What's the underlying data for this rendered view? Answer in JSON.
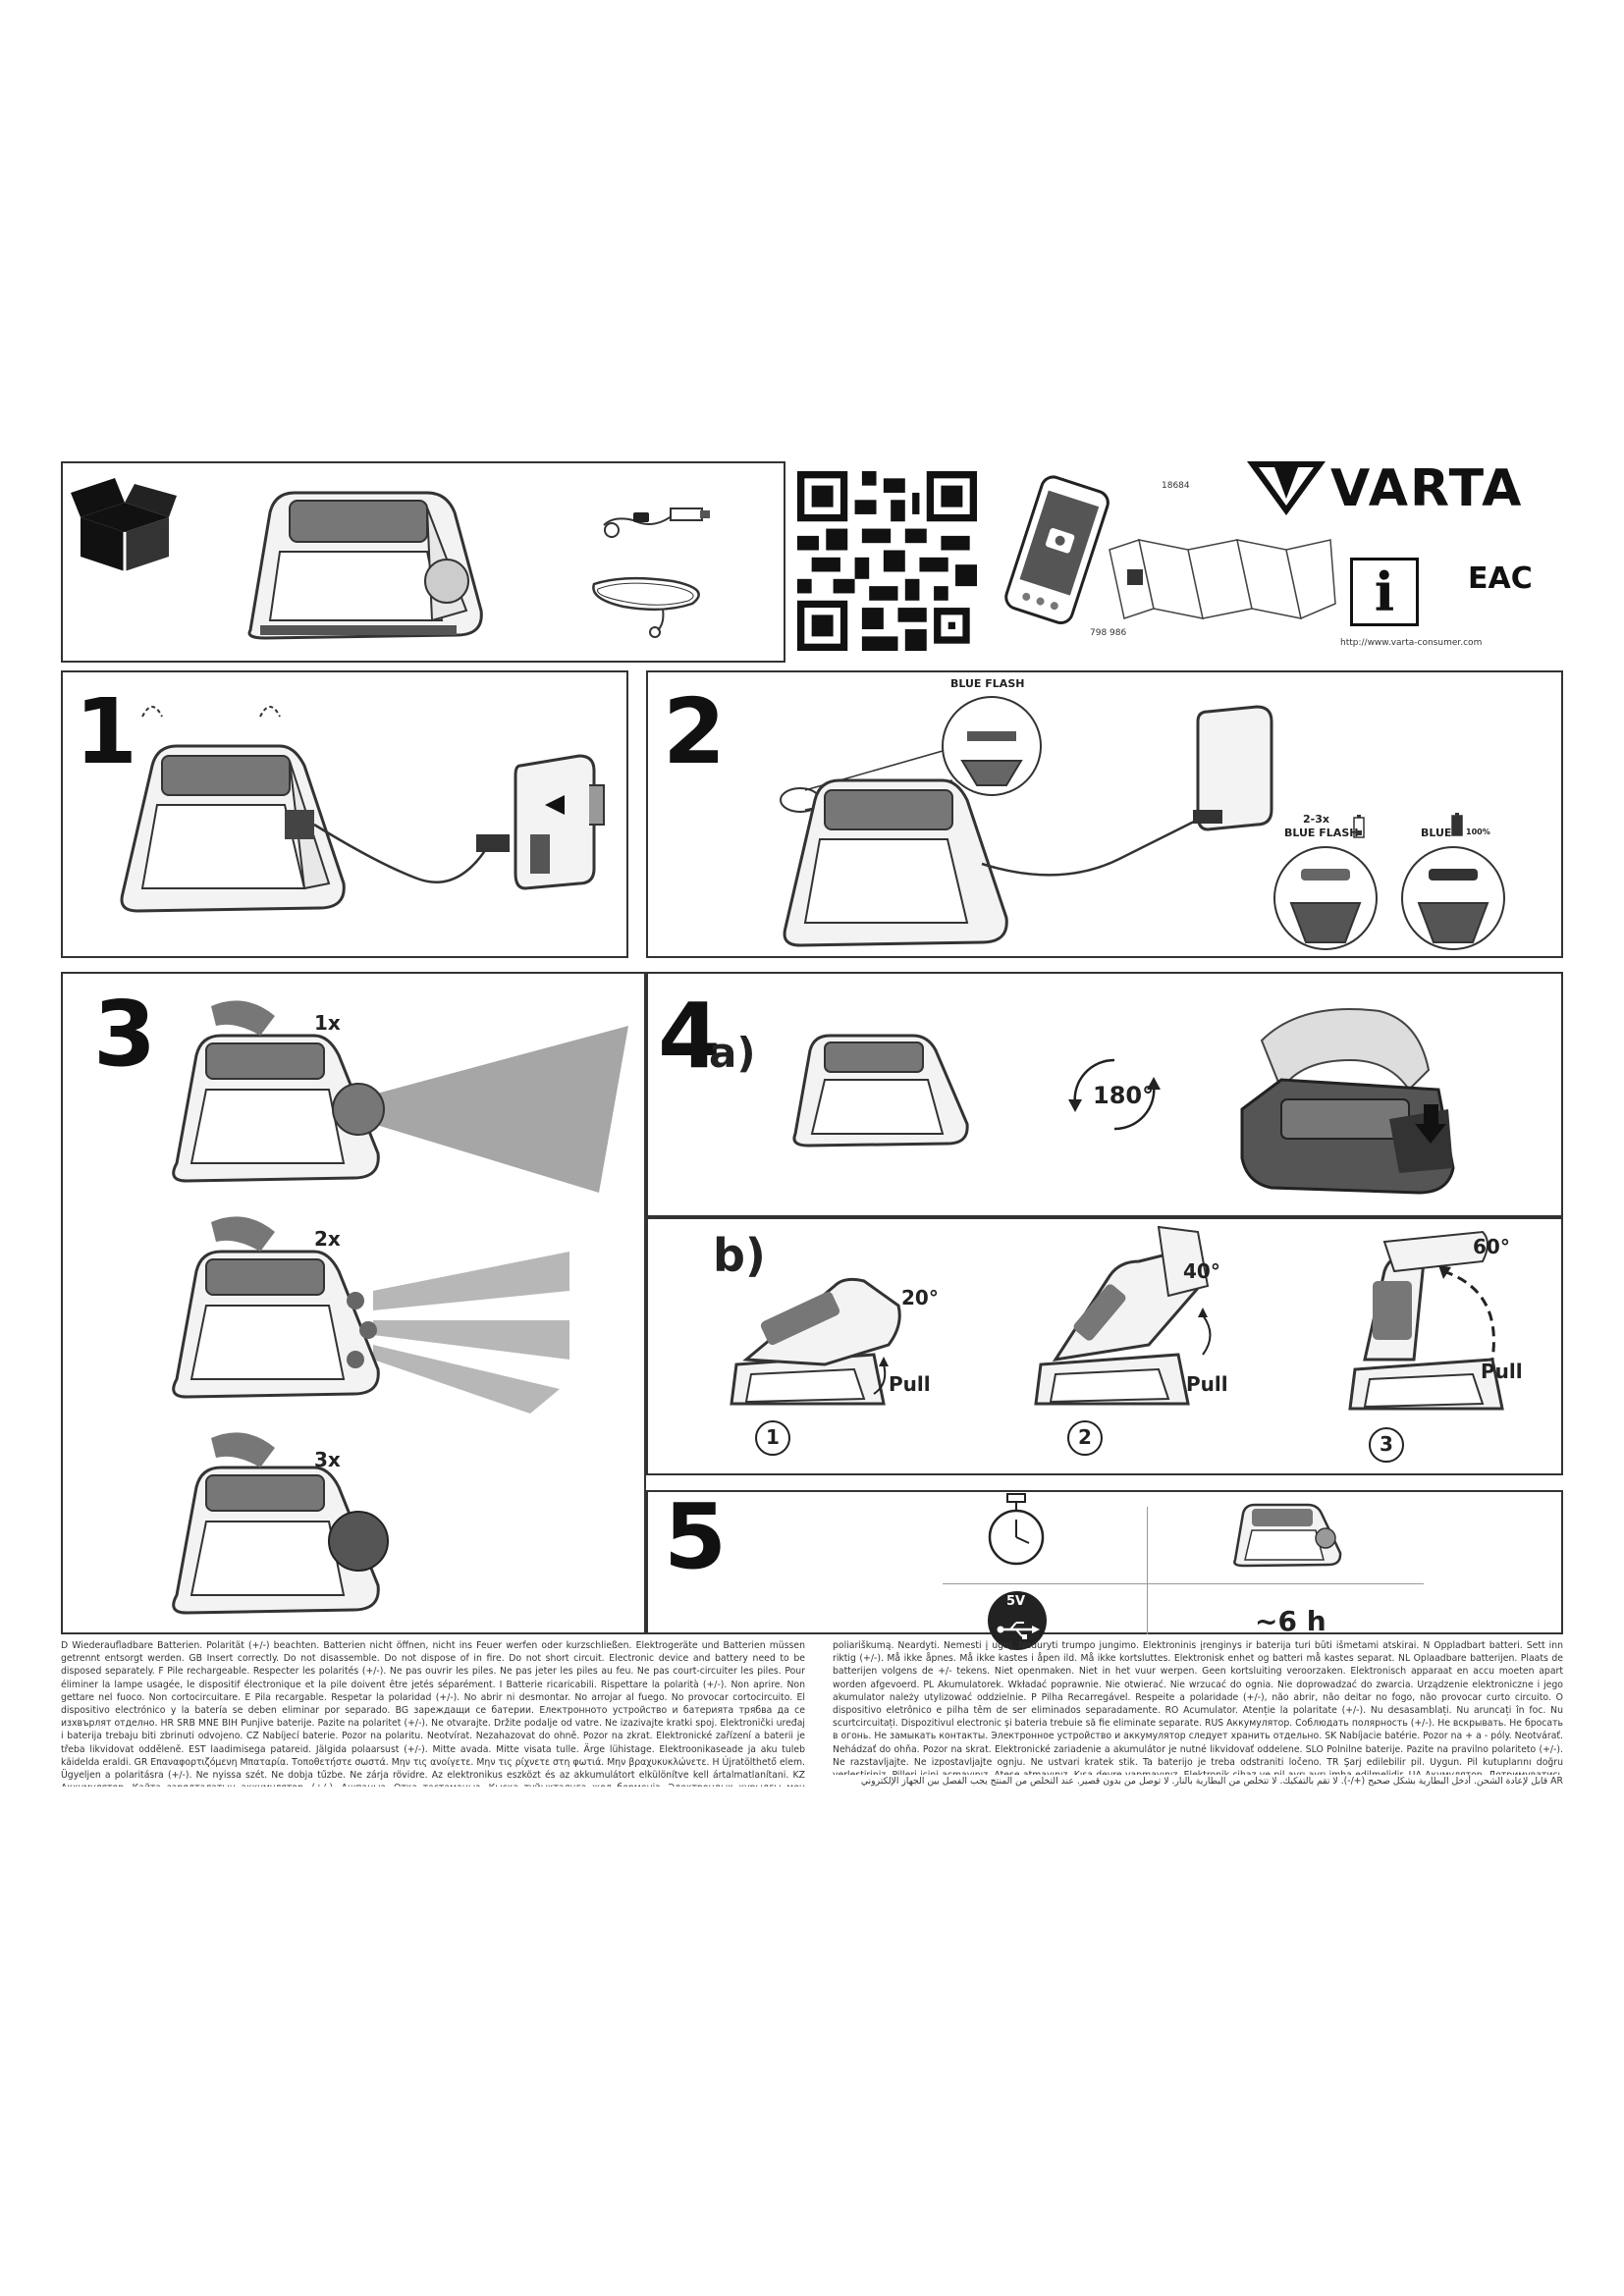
{
  "header": {
    "brand": "VARTA",
    "product_code_top": "18684",
    "product_code_bottom": "798 986",
    "info_glyph": "i",
    "eac_mark": "EAC",
    "url": "http://www.varta-consumer.com"
  },
  "steps": {
    "s1": {
      "number": "1"
    },
    "s2": {
      "number": "2",
      "top_label": "BLUE FLASH",
      "left_label_a": "2-3x",
      "left_label_b": "BLUE FLASH",
      "right_label_a": "BLUE",
      "right_label_b": "100%"
    },
    "s3": {
      "number": "3",
      "mode1": "1x",
      "mode2": "2x",
      "mode3": "3x"
    },
    "s4a": {
      "number": "4",
      "suffix": "a)",
      "rotate": "180°"
    },
    "s4b": {
      "label": "b)",
      "angle1": "20°",
      "angle2": "40°",
      "angle3": "60°",
      "pull": "Pull",
      "n1": "1",
      "n2": "2",
      "n3": "3"
    },
    "s5": {
      "number": "5",
      "usb_label": "5V",
      "runtime": "~6 h"
    }
  },
  "icons": [
    "box-icon",
    "usb-cable-icon",
    "lanyard-icon",
    "qr-code",
    "phone-icon",
    "info-icon",
    "eac-icon",
    "stopwatch-icon",
    "usb-5v-icon",
    "arrow-rotate-icon",
    "plug-socket-icon",
    "battery-icon"
  ],
  "footer": {
    "left_paragraph": "D Wiederaufladbare Batterien. Polarität (+/-) beachten. Batterien nicht öffnen, nicht ins Feuer werfen oder kurzschließen. Elektrogeräte und Batterien müssen getrennt entsorgt werden. GB Insert correctly. Do not disassemble. Do not dispose of in fire. Do not short circuit. Electronic device and battery need to be disposed separately. F Pile rechargeable. Respecter les polarités (+/-). Ne pas ouvrir les piles. Ne pas jeter les piles au feu. Ne pas court-circuiter les piles. Pour éliminer la lampe usagée, le dispositif électronique et la pile doivent être jetés séparément. I Batterie ricaricabili. Rispettare la polarità (+/-). Non aprire. Non gettare nel fuoco. Non cortocircuitare. E Pila recargable. Respetar la polaridad (+/-). No abrir ni desmontar. No arrojar al fuego. No provocar cortocircuito. El dispositivo electrónico y la batería se deben eliminar por separado. BG зареждащи се батерии. Електронното устройство и батерията трябва да се изхвърлят отделно. HR SRB MNE BIH Punjive baterije. Pazite na polaritet (+/-). Ne otvarajte. Držite podalje od vatre. Ne izazivajte kratki spoj. Elektronički uređaj i baterija trebaju biti zbrinuti odvojeno. CZ Nabíjecí baterie. Pozor na polaritu. Neotvírat. Nezahazovat do ohně. Pozor na zkrat. Elektronické zařízení a baterii je třeba likvidovat odděleně. EST laadimisega patareid. Jälgida polaarsust (+/-). Mitte avada. Mitte visata tulle. Ärge lühistage. Elektroonikaseade ja aku tuleb käidelda eraldi. GR Επαναφορτιζόμενη Μπαταρία. Τοποθετήστε σωστά. Μην τις ανοίγετε. Μην τις ρίχνετε στη φωτιά. Μην βραχυκυκλώνετε. H Újratölthető elem. Ügyeljen a polaritásra (+/-). Ne nyissa szét. Ne dobja tűzbe. Ne zárja rövidre. Az elektronikus eszközt és az akkumulátort elkülönítve kell ártalmatlanítani. KZ Аккумулятор. Қайта зарядталатын аккумулятор. (+/-). Ашпаңыз. Отқа тастамаңыз. Қысқа тұйықталуға жол бермеңіз. Электрондық құрылғы мен батарея бөлек кәдеге жаратылуы керек. LV Uzlādējama baterija. Ievietojiet pareizi (+/-). Neatvērt. Nemest ugunī. Nesavienot īsslēgumā. Elektroniskā ierīce un baterija ir jāutilizē atsevišķi. LT Pakraunami elementai. Atkreipkite",
    "right_paragraph": "poliariškumą. Neardyti. Nemesti į ugnį. Neduryti trumpo jungimo. Elektroninis įrenginys ir baterija turi būti išmetami atskirai. N Oppladbart batteri. Sett inn riktig (+/-). Må ikke åpnes. Må ikke kastes i åpen ild. Må ikke kortsluttes. Elektronisk enhet og batteri må kastes separat. NL Oplaadbare batterijen. Plaats de batterijen volgens de +/- tekens. Niet openmaken. Niet in het vuur werpen. Geen kortsluiting veroorzaken. Elektronisch apparaat en accu moeten apart worden afgevoerd. PL Akumulatorek. Wkładać poprawnie. Nie otwierać. Nie wrzucać do ognia. Nie doprowadzać do zwarcia. Urządzenie elektroniczne i jego akumulator należy utylizować oddzielnie. P Pilha Recarregável. Respeite a polaridade (+/-), não abrir, não deitar no fogo, não provocar curto circuito. O dispositivo eletrônico e pilha têm de ser eliminados separadamente. RO Acumulator. Atenție la polaritate (+/-). Nu desasamblați. Nu aruncați în foc. Nu scurtcircuitați. Dispozitivul electronic și bateria trebuie să fie eliminate separate. RUS Аккумулятор. Соблюдать полярность (+/-). Не вскрывать. Не бросать в огонь. Не замыкать контакты. Электронное устройство и аккумулятор следует хранить отдельно. SK Nabíjacie batérie. Pozor na + a - póly. Neotvárať. Nehádzať do ohňa. Pozor na skrat. Elektronické zariadenie a akumulátor je nutné likvidovať oddelene. SLO Polnilne baterije. Pazite na pravilno polariteto (+/-). Ne razstavljajte. Ne izpostavljajte ognju. Ne ustvari kratek stik. Ta baterijo je treba odstraniti ločeno. TR Şarj edilebilir pil. Uygun. Pil kutuplarını doğru yerleştiriniz. Pilleri içini açmayınız. Ateşe atmayınız. Kısa devre yapmayınız. Elektronik cihaz ve pil ayrı ayrı imha edilmelidir. UA Акумулятор. Дотримуватись полярності. Не розкривати. Не кидати у вогонь. Не замикати контакти. Електронний пристрій та батарею повинні бути утилізовані окремо.",
    "arabic_line": "AR قابل لإعادة الشحن. أدخل البطارية بشكل صحيح (+/-). لا تقم بالتفكيك. لا تتخلص من البطارية بالنار. لا توصل من بدون قصير. عند التخلص من المنتج يجب الفصل بين الجهاز الإلكتروني والبطارية"
  }
}
